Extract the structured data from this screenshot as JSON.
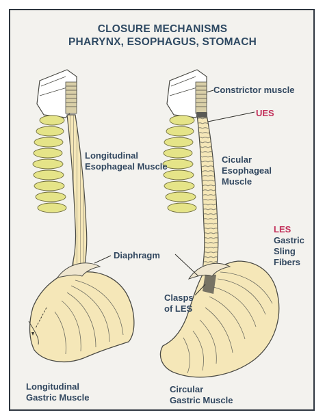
{
  "title": {
    "line1": "CLOSURE MECHANISMS",
    "line2": "PHARYNX, ESOPHAGUS, STOMACH"
  },
  "labels": {
    "constrictor_muscle": "Constrictor muscle",
    "ues": "UES",
    "longitudinal_esophageal_1": "Longitudinal",
    "longitudinal_esophageal_2": "Esophageal Muscle",
    "circular_esophageal_1": "Cicular",
    "circular_esophageal_2": "Esophageal",
    "circular_esophageal_3": "Muscle",
    "les": "LES",
    "gastric_sling_1": "Gastric",
    "gastric_sling_2": "Sling",
    "gastric_sling_3": "Fibers",
    "diaphragm": "Diaphragm",
    "clasps_1": "Clasps",
    "clasps_2": "of LES",
    "longitudinal_gastric_1": "Longitudinal",
    "longitudinal_gastric_2": "Gastric Muscle",
    "circular_gastric_1": "Circular",
    "circular_gastric_2": "Gastric Muscle"
  },
  "colors": {
    "label": "#31475f",
    "accent_red": "#c2305a",
    "tissue": "#f5e7b8",
    "vertebra": "#e5e488",
    "outline": "#4a4a44"
  }
}
